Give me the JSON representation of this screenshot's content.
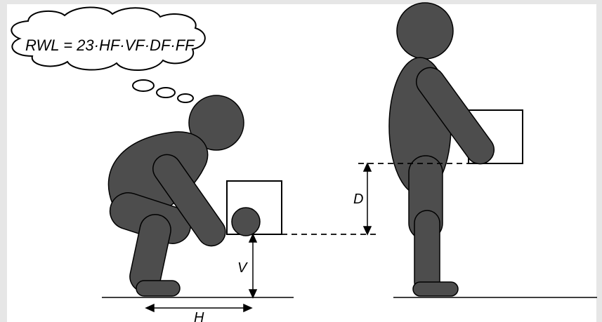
{
  "formula": {
    "text": "RWL = 23·HF·VF·DF·FF"
  },
  "dimensions": {
    "horizontal": "H",
    "vertical": "V",
    "distance": "D"
  },
  "colors": {
    "body": "#4d4d4d",
    "line": "#000000",
    "background": "#ffffff",
    "frame": "#e6e6e6"
  }
}
